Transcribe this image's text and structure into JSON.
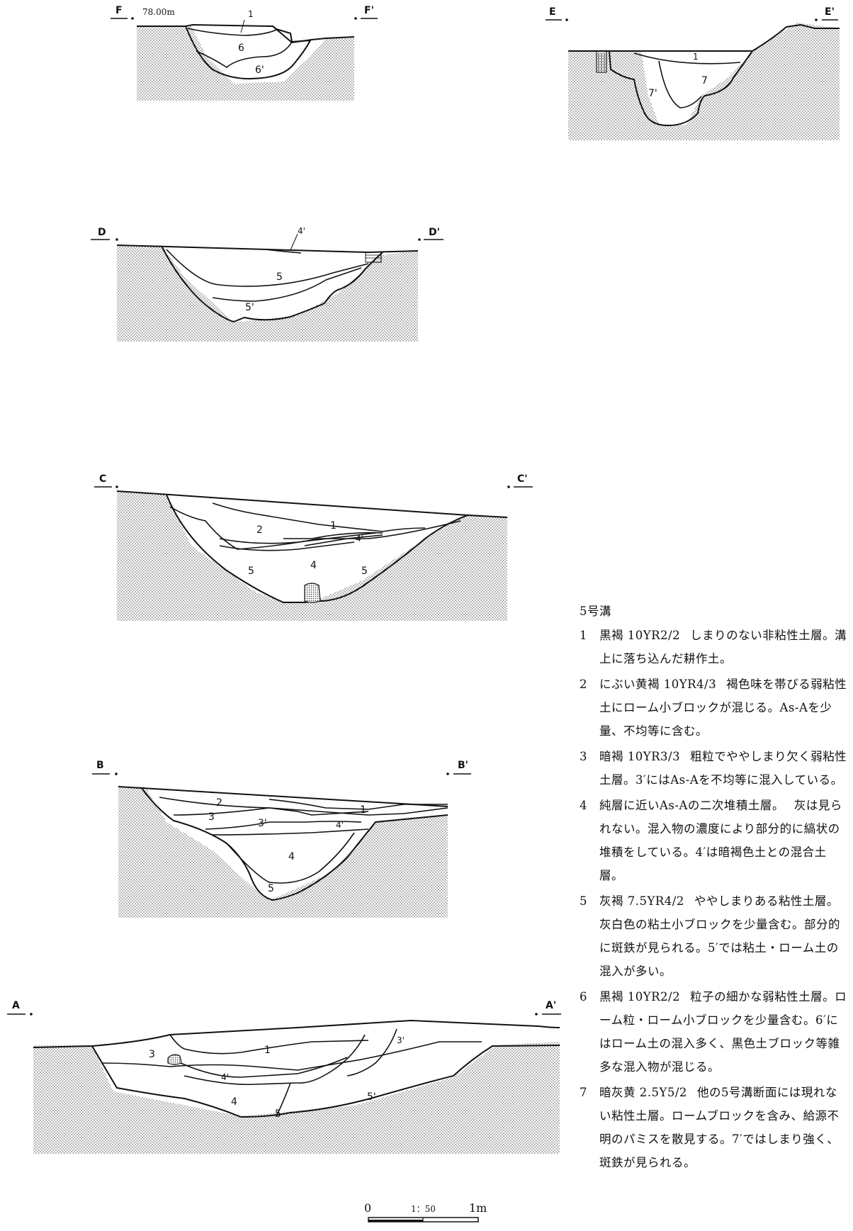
{
  "sections": [
    {
      "id": "F",
      "start": "F",
      "end": "F'",
      "elevation": "78.00m",
      "layers": [
        "1",
        "6",
        "6'"
      ]
    },
    {
      "id": "E",
      "start": "E",
      "end": "E'",
      "layers": [
        "1",
        "7",
        "7'"
      ]
    },
    {
      "id": "D",
      "start": "D",
      "end": "D'",
      "layers": [
        "4'",
        "5",
        "5'"
      ]
    },
    {
      "id": "C",
      "start": "C",
      "end": "C'",
      "layers": [
        "1",
        "2",
        "4'",
        "4",
        "5",
        "5"
      ]
    },
    {
      "id": "B",
      "start": "B",
      "end": "B'",
      "layers": [
        "2",
        "1",
        "3",
        "3'",
        "4'",
        "4",
        "5"
      ]
    },
    {
      "id": "A",
      "start": "A",
      "end": "A'",
      "layers": [
        "1",
        "3'",
        "3",
        "4'",
        "4",
        "5",
        "5'"
      ]
    }
  ],
  "legend": {
    "title": "5号溝",
    "entries": [
      {
        "num": "1",
        "code": "黒褐 10YR2/2",
        "text": "しまりのない非粘性土層。溝上に落ち込んだ耕作土。"
      },
      {
        "num": "2",
        "code": "にぶい黄褐 10YR4/3",
        "text": "褐色味を帯びる弱粘性土にローム小ブロックが混じる。As-Aを少量、不均等に含む。"
      },
      {
        "num": "3",
        "code": "暗褐 10YR3/3",
        "text": "粗粒でややしまり欠く弱粘性土層。3′にはAs-Aを不均等に混入している。"
      },
      {
        "num": "4",
        "code": "純層に近いAs-Aの二次堆積土層。",
        "text": "灰は見られない。混入物の濃度により部分的に縞状の堆積をしている。4′は暗褐色土との混合土層。"
      },
      {
        "num": "5",
        "code": "灰褐 7.5YR4/2",
        "text": "ややしまりある粘性土層。灰白色の粘土小ブロックを少量含む。部分的に斑鉄が見られる。5′では粘土・ローム土の混入が多い。"
      },
      {
        "num": "6",
        "code": "黒褐 10YR2/2",
        "text": "粒子の細かな弱粘性土層。ローム粒・ローム小ブロックを少量含む。6′にはローム土の混入多く、黒色土ブロック等雑多な混入物が混じる。"
      },
      {
        "num": "7",
        "code": "暗灰黄 2.5Y5/2",
        "text": "他の5号溝断面には現れない粘性土層。ロームブロックを含み、給源不明のパミスを散見する。7′ではしまり強く、斑鉄が見られる。"
      }
    ]
  },
  "scale": {
    "zero": "0",
    "ratio": "1：50",
    "length": "1m"
  }
}
